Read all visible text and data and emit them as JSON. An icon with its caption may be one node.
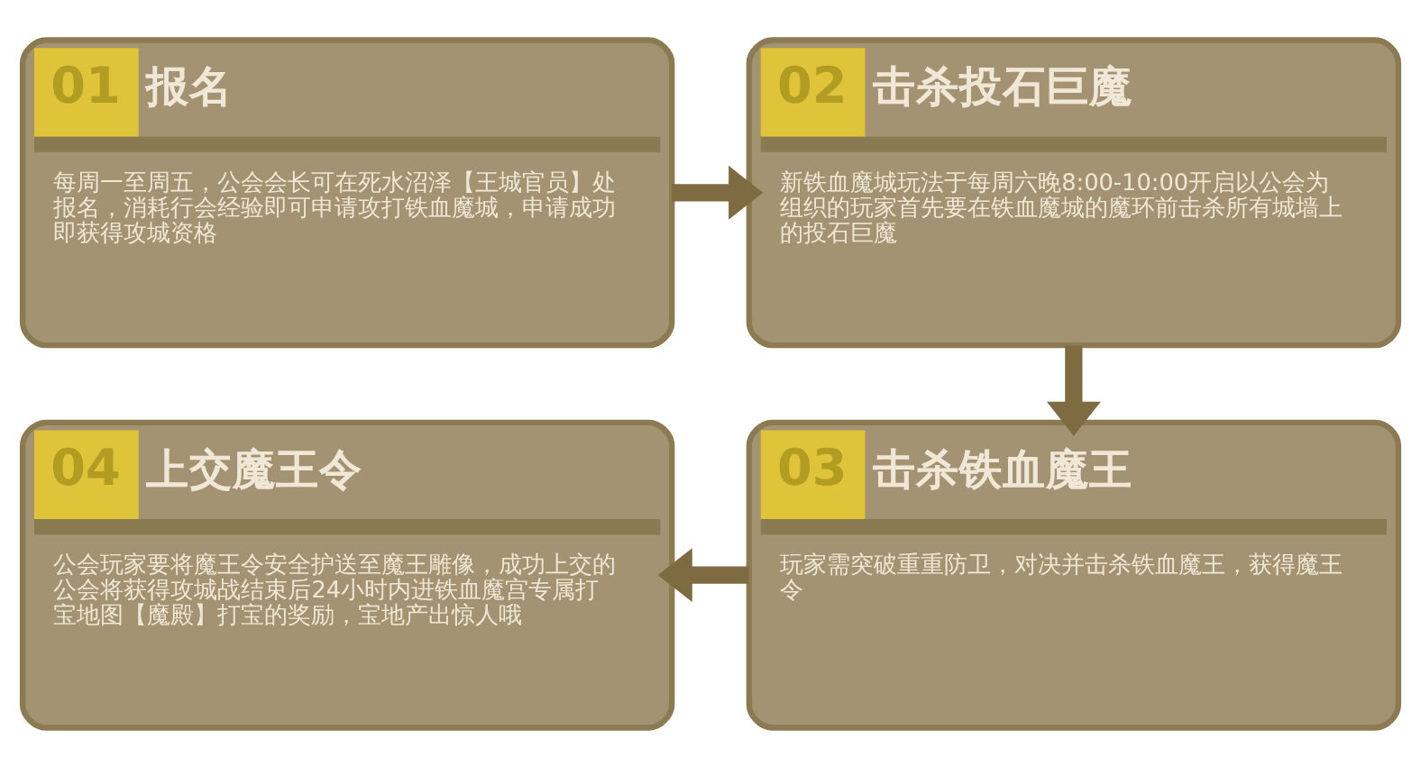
{
  "diagram": {
    "nodes": [
      {
        "text": [
          "01",
          "报名",
          "每周一至周五，公会会长可在死水沼泽【王城官员】处报名，消耗行会经验即可申请攻打铁血魔城，申请成功即获得攻城资格"
        ]
      },
      {
        "text": [
          "02",
          "击杀投石巨魔",
          "新铁血魔城玩法于每周六晚8:00-10:00开启以公会为组织的玩家首先要在铁血魔城的魔环前击杀所有城墙上的投石巨魔"
        ]
      },
      {
        "text": [
          "03",
          "击杀铁血魔王",
          "玩家需突破重重防卫，对决并击杀铁血魔王，获得魔王令"
        ]
      },
      {
        "text": [
          "04",
          "上交魔王令",
          "公会玩家要将魔王令安全护送至魔王雕像，成功上交的公会将获得攻城战结束后24小时内进铁血魔宫专属打宝地图【魔殿】打宝的奖励，宝地产出惊人哦"
        ]
      }
    ],
    "edges": [
      {
        "from": 0,
        "to": 1,
        "arrow": "to"
      },
      {
        "from": 1,
        "to": 2,
        "arrow": "to"
      },
      {
        "from": 2,
        "to": 3,
        "arrow": "to"
      }
    ]
  }
}
